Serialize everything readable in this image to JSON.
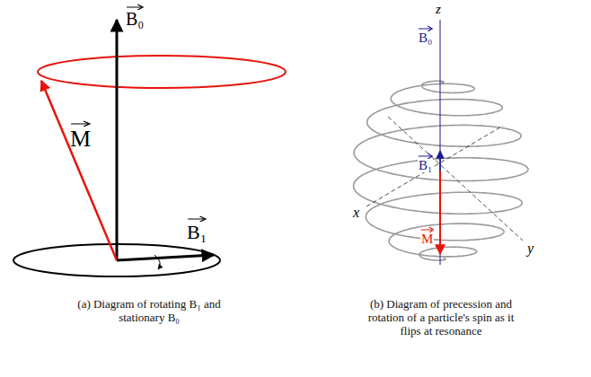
{
  "diagram": {
    "labels": [
      "B₀",
      "M",
      "B₁",
      "(a) Diagram of rotating B₁ and stationary B₀",
      "z",
      "B₀",
      "B₁",
      "x",
      "y",
      "M",
      "(b) Diagram of precession and rotation of a particle's spin as it flips at resonance"
    ]
  }
}
